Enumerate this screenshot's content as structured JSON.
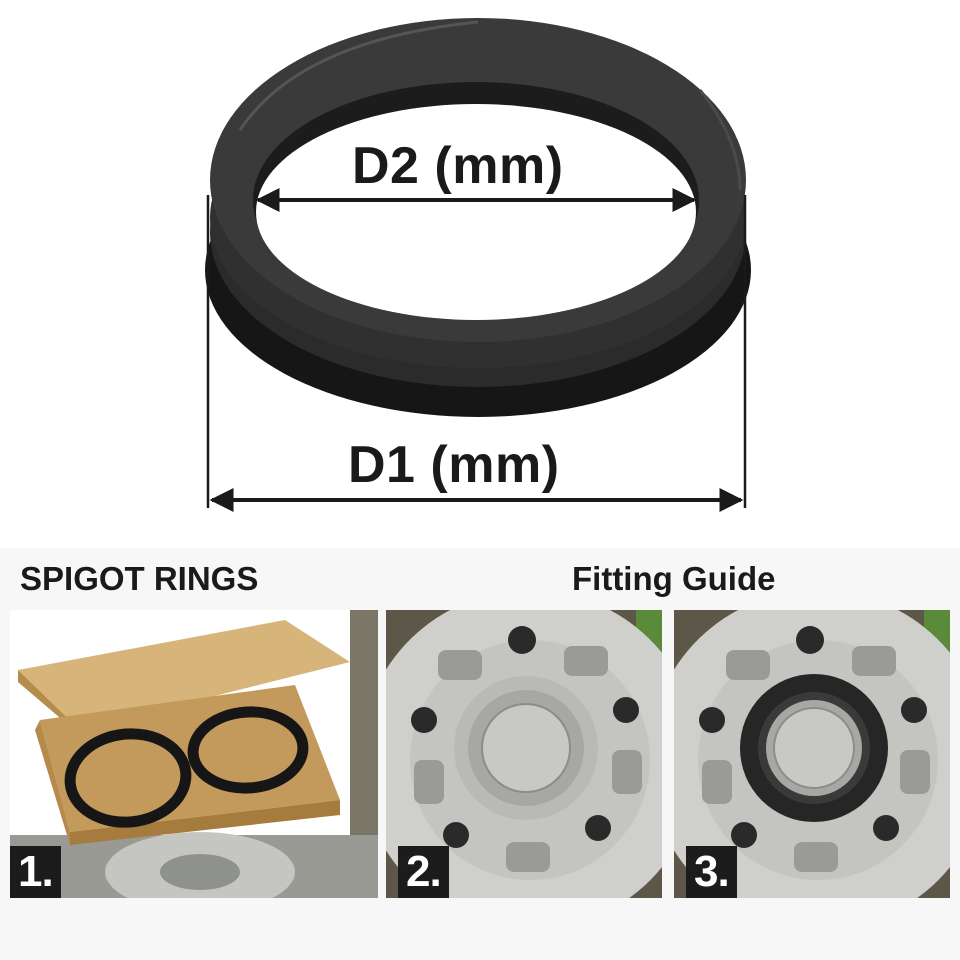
{
  "diagram": {
    "inner_label": "D2 (mm)",
    "outer_label": "D1 (mm)"
  },
  "guide": {
    "left_heading": "SPIGOT RINGS",
    "right_heading": "Fitting Guide",
    "steps": [
      {
        "number": "1."
      },
      {
        "number": "2."
      },
      {
        "number": "3."
      }
    ]
  },
  "colors": {
    "ring": "#262626",
    "box": "#c9a468",
    "hub": "#c9ccc8",
    "badge": "#1c1c1c"
  }
}
